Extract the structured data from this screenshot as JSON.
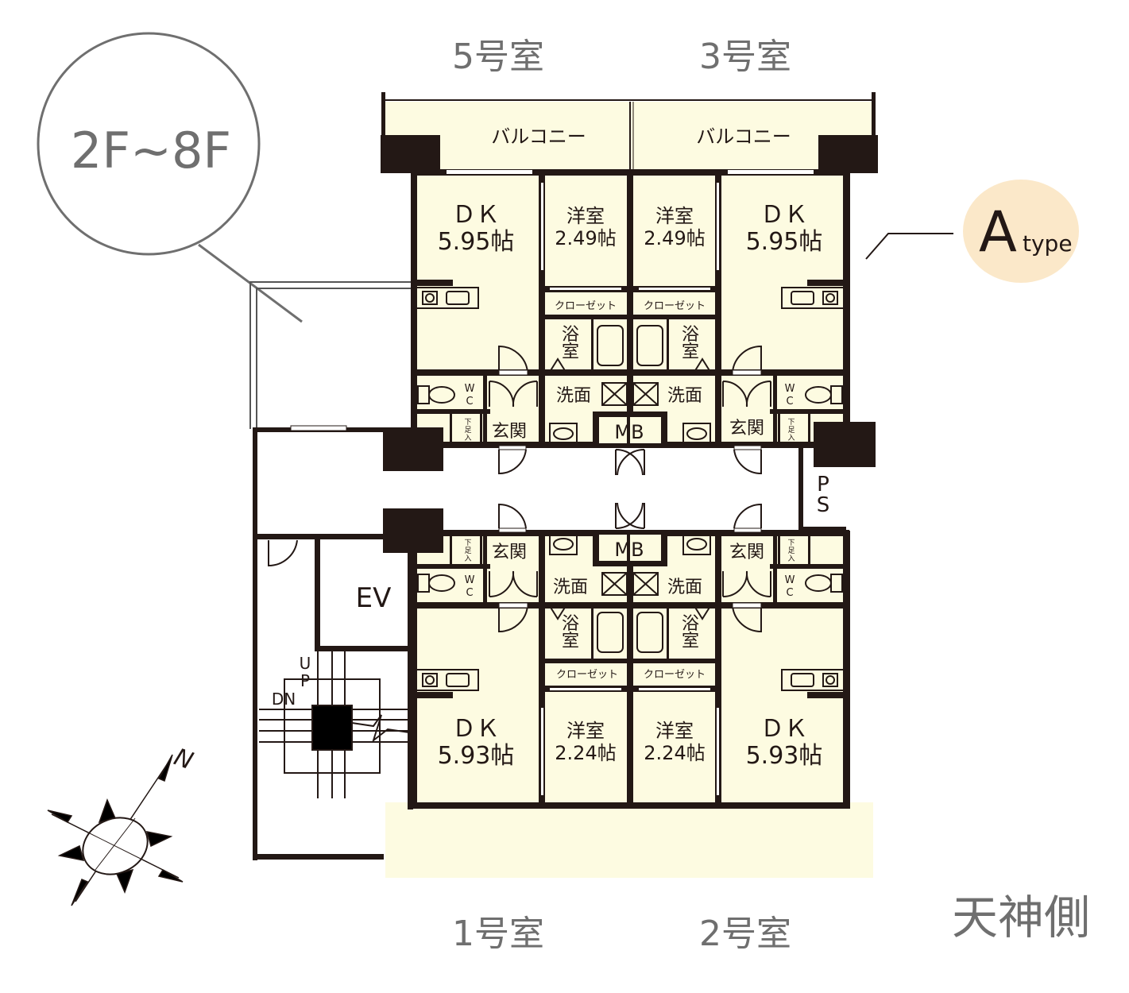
{
  "floor_badge": "2F~8F",
  "type_badge": {
    "letter": "A",
    "word": "type",
    "color": "#fbe8c9"
  },
  "orientation_label": "天神側",
  "compass_label": "N",
  "rooms_top": [
    "5号室",
    "3号室"
  ],
  "rooms_bottom": [
    "1号室",
    "2号室"
  ],
  "balcony": "バルコニー",
  "common": {
    "ev": "EV",
    "ps": [
      "P",
      "S"
    ],
    "up": [
      "U",
      "P"
    ],
    "dn": "DN",
    "mb": "MB"
  },
  "units_top": {
    "dk": "ＤＫ",
    "dk_area": "5.95帖",
    "western": "洋室",
    "western_area": "2.49帖"
  },
  "units_bottom": {
    "dk": "ＤＫ",
    "dk_area": "5.93帖",
    "western": "洋室",
    "western_area": "2.24帖"
  },
  "closet": "クローゼット",
  "bath": [
    "浴",
    "室"
  ],
  "washroom": "洗面",
  "wc": [
    "W",
    "C"
  ],
  "entrance": "玄関",
  "shoe": [
    "下",
    "足",
    "入"
  ],
  "colors": {
    "wall": "#231815",
    "floor": "#fdfbe1",
    "label": "#6f6f6f"
  }
}
